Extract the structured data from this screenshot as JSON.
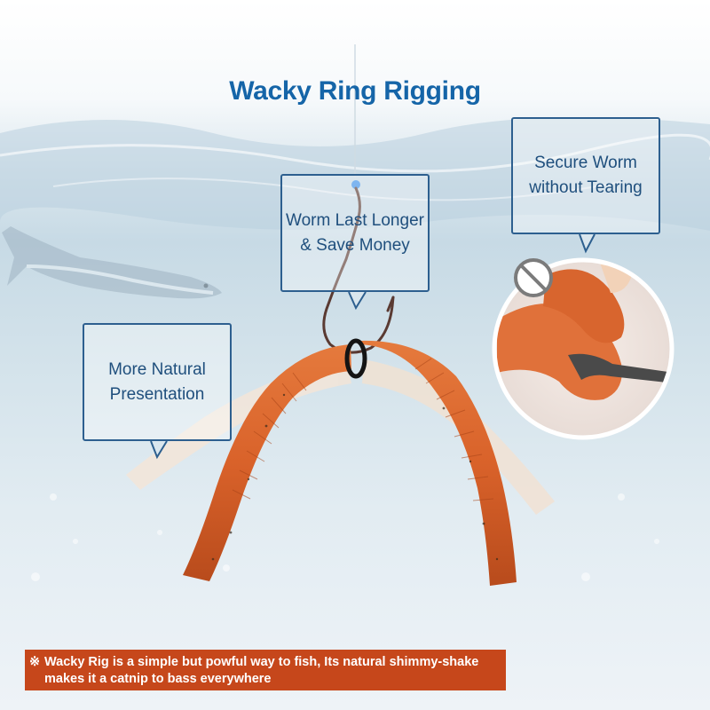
{
  "title": "Wacky Ring Rigging",
  "callouts": [
    {
      "text": "More Natural\nPresentation"
    },
    {
      "text": "Worm Last Longer\n& Save Money"
    },
    {
      "text": "Secure Worm\nwithout Tearing"
    }
  ],
  "caption": {
    "mark": "※",
    "text": "Wacky Rig is a simple but powful way to fish, Its natural shimmy-shake makes it a catnip to bass everywhere"
  },
  "colors": {
    "title": "#1565a8",
    "callout_border": "#2d5f8f",
    "caption_bg": "#c6471b",
    "worm": "#d9662d"
  },
  "icons": [
    "fish-icon",
    "fishing-hook-icon",
    "o-ring-icon",
    "prohibited-icon"
  ]
}
